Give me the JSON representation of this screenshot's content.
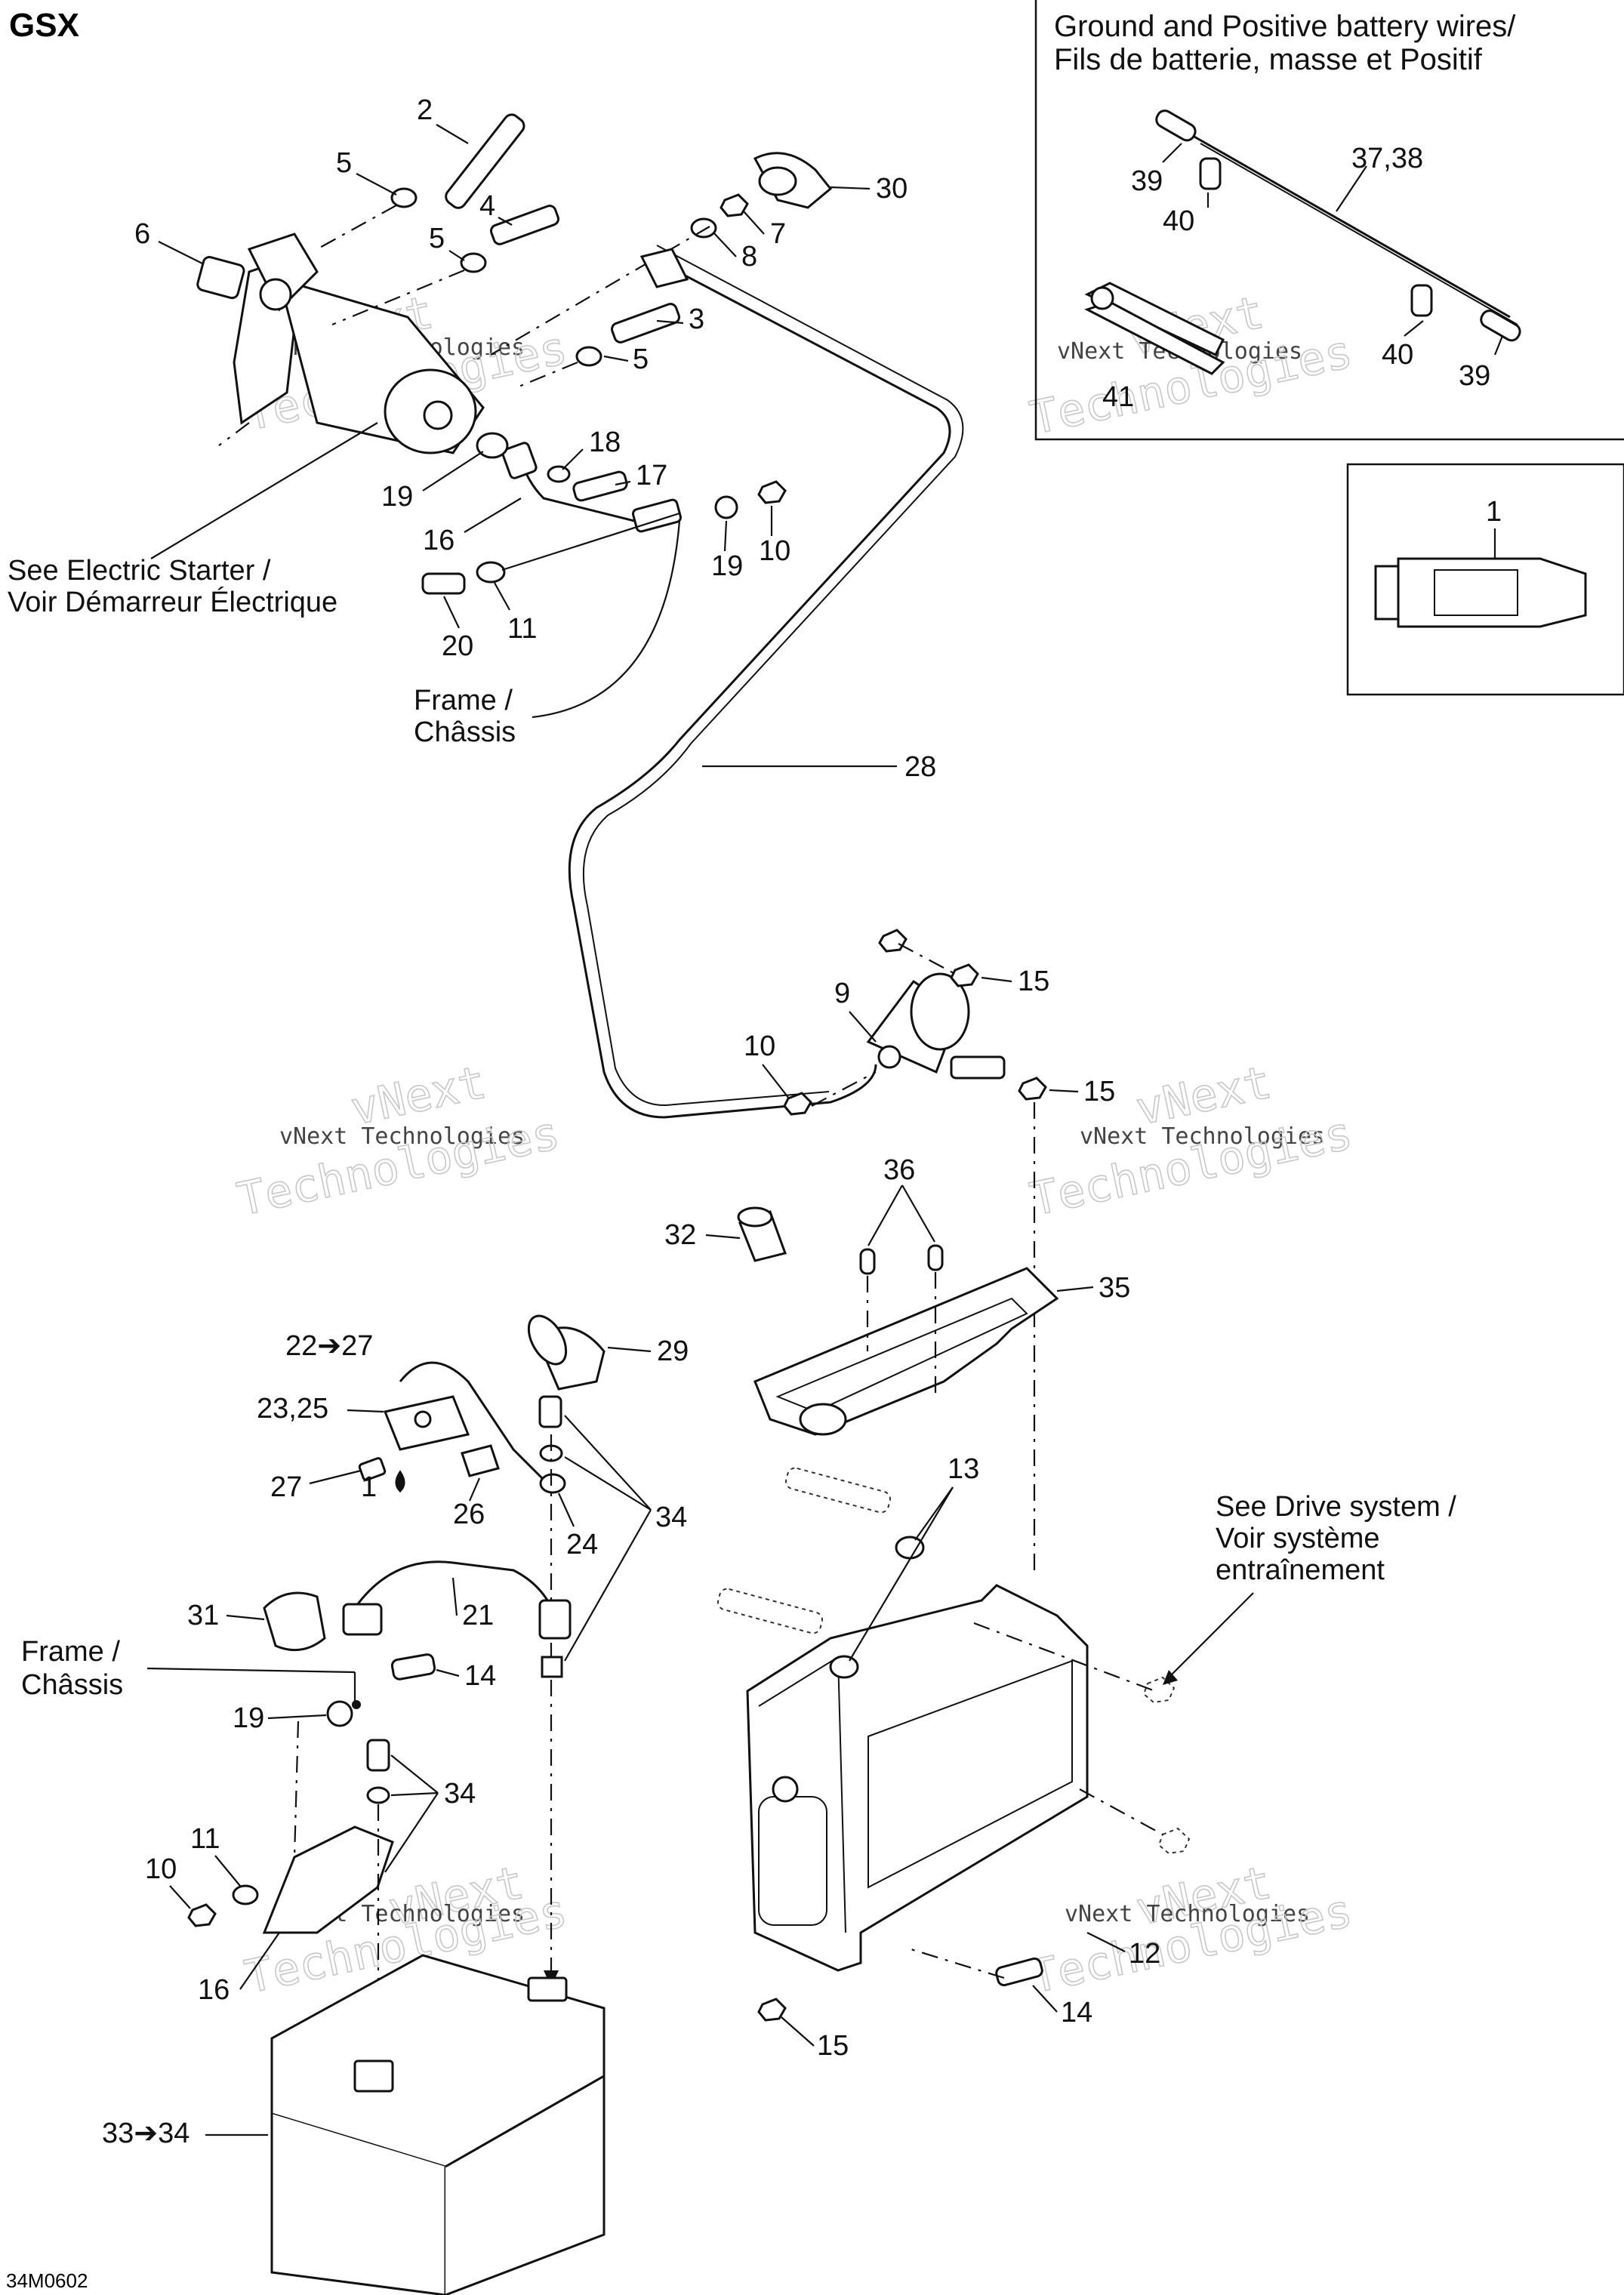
{
  "page_title": "GSX",
  "figure_code": "34M0602",
  "watermark": {
    "brand": "vNext",
    "line": "vNext Technologies",
    "sub": "Technologies"
  },
  "inset_box": {
    "title_en": "Ground and Positive battery wires/",
    "title_fr": "Fils de batterie, masse et Positif",
    "callouts": [
      "37,38",
      "39",
      "40",
      "40",
      "39",
      "41"
    ]
  },
  "grease_box": {
    "callout": "1"
  },
  "annotations": {
    "electric_starter_en": "See Electric Starter /",
    "electric_starter_fr": "Voir Démarreur Électrique",
    "frame_top_en": "Frame /",
    "frame_top_fr": "Châssis",
    "frame_bottom_en": "Frame /",
    "frame_bottom_fr": "Châssis",
    "drive_en": "See Drive system /",
    "drive_fr1": "Voir système",
    "drive_fr2": "entraînement"
  },
  "callouts": [
    "2",
    "5",
    "6",
    "4",
    "5",
    "3",
    "5",
    "30",
    "7",
    "8",
    "18",
    "17",
    "19",
    "16",
    "19",
    "10",
    "20",
    "11",
    "28",
    "15",
    "9",
    "10",
    "15",
    "36",
    "32",
    "35",
    "22➔27",
    "29",
    "23,25",
    "27",
    "1",
    "26",
    "24",
    "34",
    "13",
    "31",
    "21",
    "14",
    "19",
    "34",
    "11",
    "10",
    "16",
    "12",
    "14",
    "15",
    "33➔34"
  ]
}
